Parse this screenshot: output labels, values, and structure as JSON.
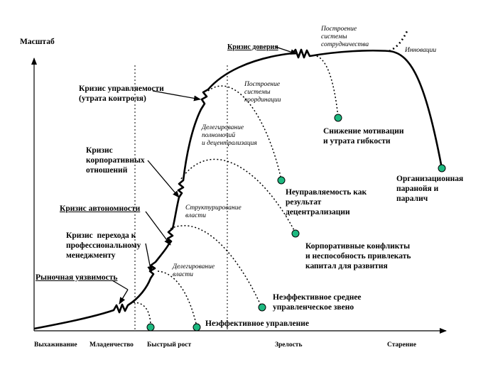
{
  "axis": {
    "y_label": "Масштаб",
    "stages": [
      "Выхаживание",
      "Младенчество",
      "Быстрый рост",
      "Зрелость",
      "Старение"
    ]
  },
  "crises": {
    "trust": "Кризис доверия",
    "management": "Кризис управляемости\n(утрата контроля)",
    "corporate": "Кризис\nкорпоративных\nотношений",
    "autonomy": "Кризис автономности",
    "transition": "Кризис  перехода к\nпрофессиональному\nменеджменту",
    "market": "Рыночная уязвимость"
  },
  "solutions": {
    "cooperation": "Построение\nсистемы\nсотрудничества",
    "innovation": "Инновации",
    "coordination": "Построение\nсистемы\nкоординации",
    "delegation": "Делегирование\nполномочий\nи децентрализация",
    "structuring": "Структурирование\nвласти",
    "power_delegation": "Делегирование\nвласти"
  },
  "outcomes": {
    "motivation": "Снижение мотивации\nи утрата гибкости",
    "paranoia": "Организационная\nпаранойя и\nпаралич",
    "uncontrollability": "Неуправляемость как\nрезультат\nдецентрализации",
    "conflicts": "Корпоративные конфликты\nи неспособность привлекать\nкапитал для развития",
    "middle": "Неэффективное среднее\nуправленческое звено",
    "ineffective": "Неэффективное управление"
  },
  "colors": {
    "dot": "#1db980",
    "line": "#000000"
  }
}
